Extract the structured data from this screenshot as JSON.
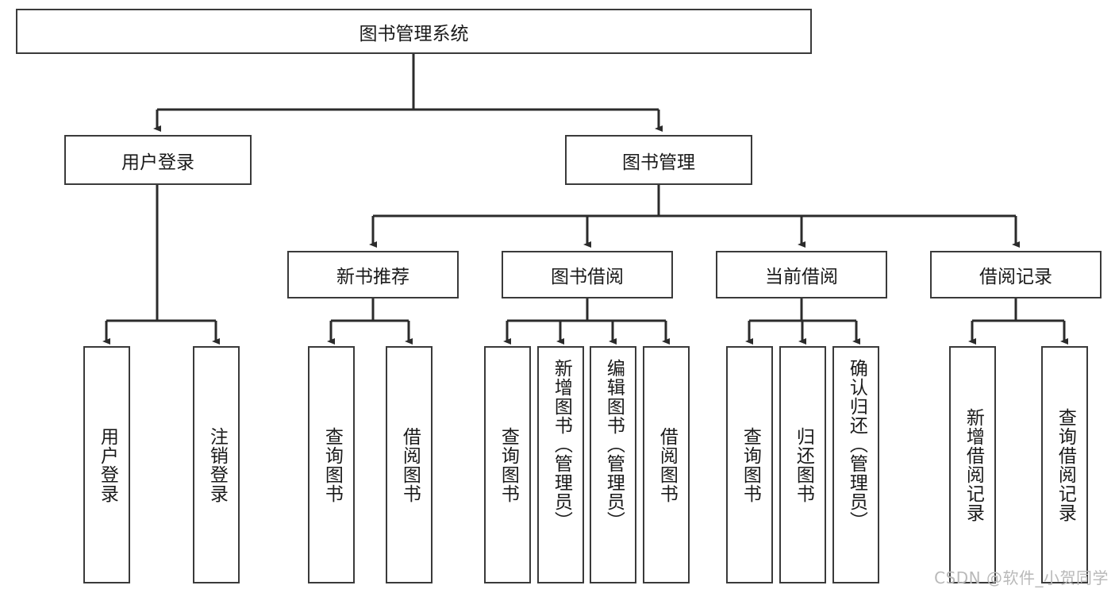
{
  "diagram": {
    "title_node": {
      "id": "root",
      "label": "图书管理系统"
    },
    "level2": [
      {
        "id": "user-login",
        "label": "用户登录"
      },
      {
        "id": "book-management",
        "label": "图书管理"
      }
    ],
    "level3": [
      {
        "id": "new-book-recommend",
        "label": "新书推荐"
      },
      {
        "id": "book-borrow",
        "label": "图书借阅"
      },
      {
        "id": "current-borrow",
        "label": "当前借阅"
      },
      {
        "id": "borrow-record",
        "label": "借阅记录"
      }
    ],
    "leaves": {
      "user_login": [
        {
          "id": "leaf-user-login",
          "label": "用户登录"
        },
        {
          "id": "leaf-logout-login",
          "label": "注销登录"
        }
      ],
      "new_book_recommend": [
        {
          "id": "leaf-query-book-1",
          "label": "查询图书"
        },
        {
          "id": "leaf-borrow-book-1",
          "label": "借阅图书"
        }
      ],
      "book_borrow": [
        {
          "id": "leaf-query-book-2",
          "label": "查询图书"
        },
        {
          "id": "leaf-add-book",
          "label": "新增图书（管理员）"
        },
        {
          "id": "leaf-edit-book",
          "label": "编辑图书（管理员）"
        },
        {
          "id": "leaf-borrow-book-2",
          "label": "借阅图书"
        }
      ],
      "current_borrow": [
        {
          "id": "leaf-query-book-3",
          "label": "查询图书"
        },
        {
          "id": "leaf-return-book",
          "label": "归还图书"
        },
        {
          "id": "leaf-confirm-return",
          "label": "确认归还（管理员）"
        }
      ],
      "borrow_record": [
        {
          "id": "leaf-add-record",
          "label": "新增借阅记录"
        },
        {
          "id": "leaf-query-record",
          "label": "查询借阅记录"
        }
      ]
    }
  },
  "watermark": {
    "text": "CSDN @软件_小贺同学"
  },
  "colors": {
    "node_border": "#3a3a3a",
    "node_fill": "#ffffff",
    "edge": "#2b2b2b",
    "text": "#1a1a1a",
    "watermark": "#b9b9b9",
    "background": "#ffffff"
  }
}
